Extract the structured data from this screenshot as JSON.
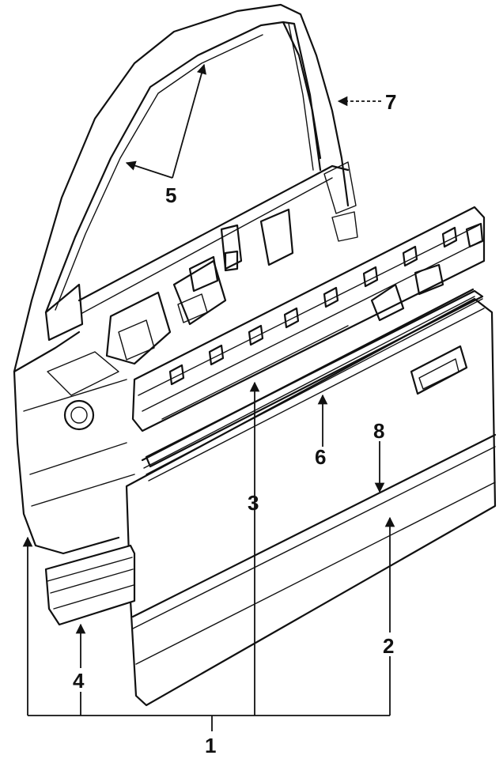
{
  "callouts": {
    "c1": "1",
    "c2": "2",
    "c3": "3",
    "c4": "4",
    "c5": "5",
    "c6": "6",
    "c7": "7",
    "c8": "8"
  },
  "colors": {
    "ink": "#111111",
    "paper": "#ffffff"
  }
}
